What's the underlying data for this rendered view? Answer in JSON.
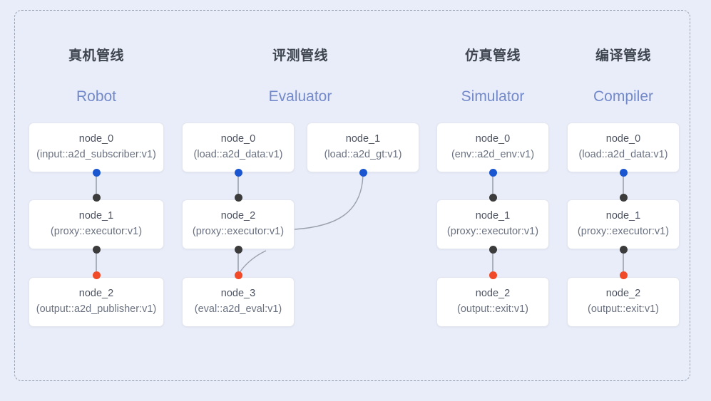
{
  "diagram": {
    "background_color": "#e9edf9",
    "frame_border_color": "#9aa3b4",
    "port_colors": {
      "input": "#1a56d0",
      "middle": "#3c3c3c",
      "output": "#f04a28"
    },
    "title_cn_color": "#3f4650",
    "title_en_color": "#7389c9"
  },
  "columns": [
    {
      "title_cn": "真机管线",
      "title_en": "Robot",
      "nodes": [
        {
          "name": "node_0",
          "type": "(input::a2d_subscriber:v1)"
        },
        {
          "name": "node_1",
          "type": "(proxy::executor:v1)"
        },
        {
          "name": "node_2",
          "type": "(output::a2d_publisher:v1)"
        }
      ]
    },
    {
      "title_cn": "评测管线",
      "title_en": "Evaluator",
      "nodes": [
        {
          "name": "node_0",
          "type": "(load::a2d_data:v1)"
        },
        {
          "name": "node_1",
          "type": "(load::a2d_gt:v1)"
        },
        {
          "name": "node_2",
          "type": "(proxy::executor:v1)"
        },
        {
          "name": "node_3",
          "type": "(eval::a2d_eval:v1)"
        }
      ]
    },
    {
      "title_cn": "仿真管线",
      "title_en": "Simulator",
      "nodes": [
        {
          "name": "node_0",
          "type": "(env::a2d_env:v1)"
        },
        {
          "name": "node_1",
          "type": "(proxy::executor:v1)"
        },
        {
          "name": "node_2",
          "type": "(output::exit:v1)"
        }
      ]
    },
    {
      "title_cn": "编译管线",
      "title_en": "Compiler",
      "nodes": [
        {
          "name": "node_0",
          "type": "(load::a2d_data:v1)"
        },
        {
          "name": "node_1",
          "type": "(proxy::executor:v1)"
        },
        {
          "name": "node_2",
          "type": "(output::exit:v1)"
        }
      ]
    }
  ]
}
